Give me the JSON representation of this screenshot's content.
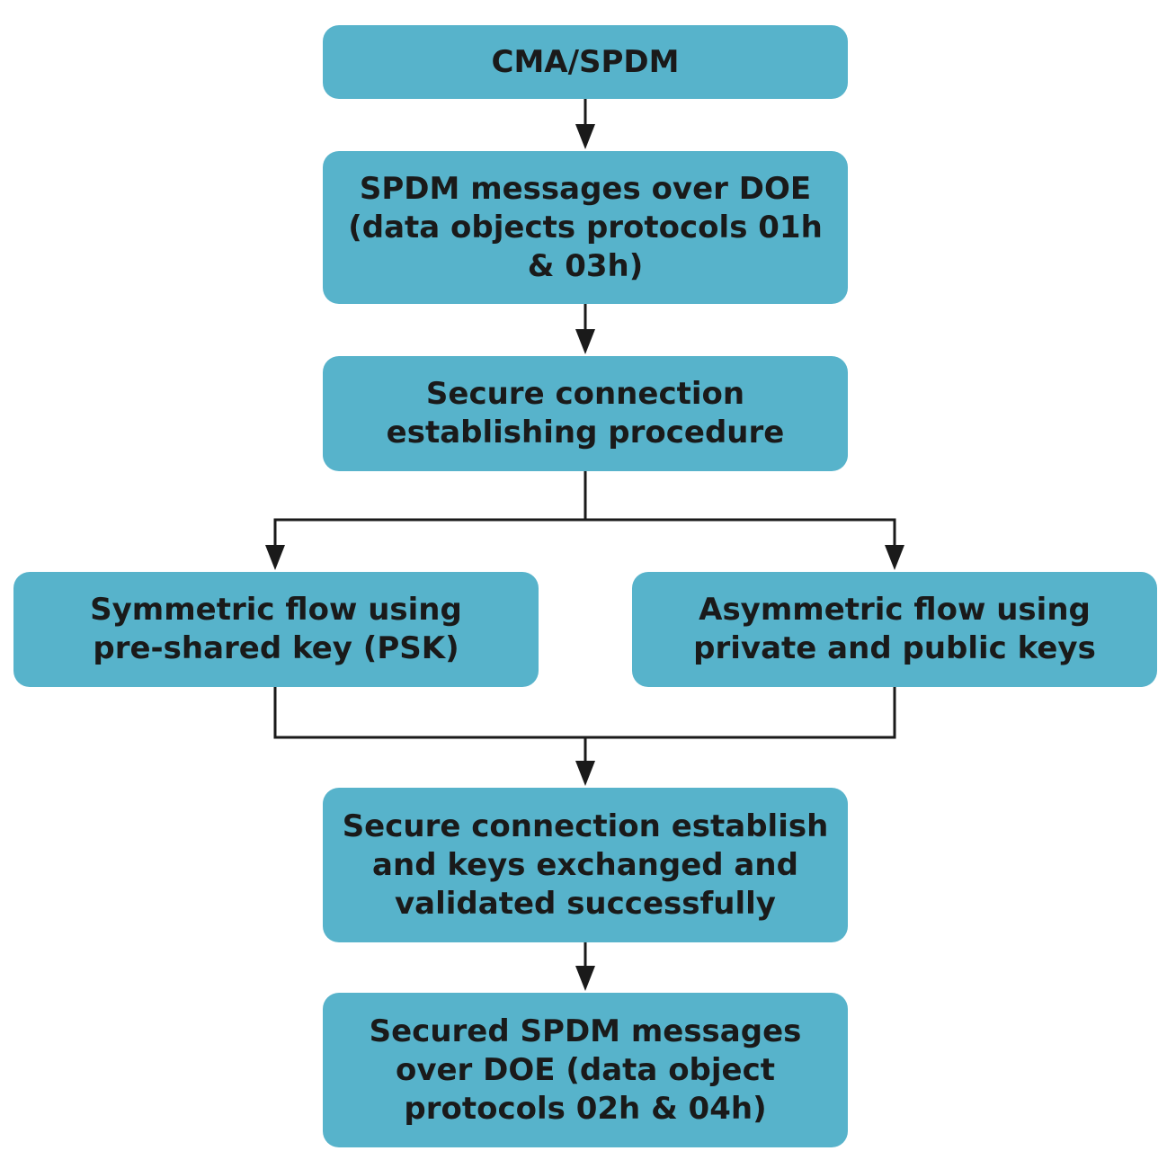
{
  "colors": {
    "box_fill": "#57b3cb",
    "text": "#1a1a1a",
    "connector": "#1a1a1a",
    "background": "#ffffff"
  },
  "nodes": {
    "cma_spdm": {
      "lines": [
        "CMA/SPDM"
      ]
    },
    "spdm_over_doe": {
      "lines": [
        "SPDM messages over DOE",
        "(data objects protocols 01h",
        "& 03h)"
      ]
    },
    "secure_procedure": {
      "lines": [
        "Secure connection",
        "establishing procedure"
      ]
    },
    "symmetric_flow": {
      "lines": [
        "Symmetric flow using",
        "pre-shared key (PSK)"
      ]
    },
    "asymmetric_flow": {
      "lines": [
        "Asymmetric flow using",
        "private and public keys"
      ]
    },
    "secure_established": {
      "lines": [
        "Secure connection establish",
        "and keys exchanged and",
        "validated successfully"
      ]
    },
    "secured_spdm": {
      "lines": [
        "Secured SPDM messages",
        "over DOE (data object",
        "protocols 02h & 04h)"
      ]
    }
  },
  "edges": [
    {
      "from": "cma_spdm",
      "to": "spdm_over_doe"
    },
    {
      "from": "spdm_over_doe",
      "to": "secure_procedure"
    },
    {
      "from": "secure_procedure",
      "to": "symmetric_flow"
    },
    {
      "from": "secure_procedure",
      "to": "asymmetric_flow"
    },
    {
      "from": "symmetric_flow",
      "to": "secure_established"
    },
    {
      "from": "asymmetric_flow",
      "to": "secure_established"
    },
    {
      "from": "secure_established",
      "to": "secured_spdm"
    }
  ]
}
